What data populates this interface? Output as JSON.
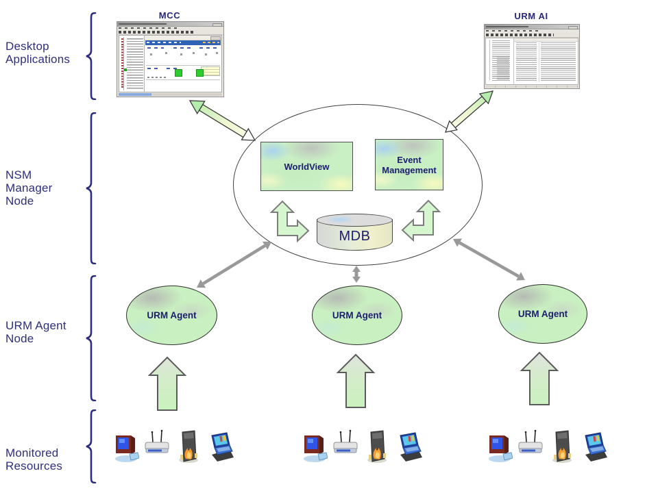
{
  "row_labels": [
    {
      "name": "desktop-applications",
      "lines": [
        "Desktop",
        "Applications",
        ""
      ]
    },
    {
      "name": "nsm-manager-node",
      "lines": [
        "NSM",
        "Manager",
        "Node"
      ]
    },
    {
      "name": "urm-agent-node",
      "lines": [
        "URM Agent",
        "Node",
        ""
      ]
    },
    {
      "name": "monitored-resources",
      "lines": [
        "Monitored",
        "Resources",
        ""
      ]
    }
  ],
  "screens": {
    "mcc": {
      "title": "MCC"
    },
    "urm_ai": {
      "title": "URM AI"
    }
  },
  "manager_node": {
    "worldview": {
      "label": "WorldView"
    },
    "event_management": {
      "lines": [
        "Event",
        "Management"
      ]
    },
    "mdb": {
      "label": "MDB"
    }
  },
  "agent_nodes": [
    {
      "label": "URM Agent"
    },
    {
      "label": "URM Agent"
    },
    {
      "label": "URM Agent"
    }
  ],
  "monitored_resources": {
    "icon_names": [
      "workstation-icon",
      "wireless-router-icon",
      "server-icon",
      "laptop-icon"
    ],
    "group_count": 3
  },
  "colors": {
    "label_text": "#2e2e7d",
    "brace": "#2d2d80",
    "node_text": "#1c1c6e",
    "connector_gray": "#999999",
    "arrow_fill_green": "#cdeec6",
    "texture_green": "#c9efc3",
    "background": "#ffffff"
  }
}
